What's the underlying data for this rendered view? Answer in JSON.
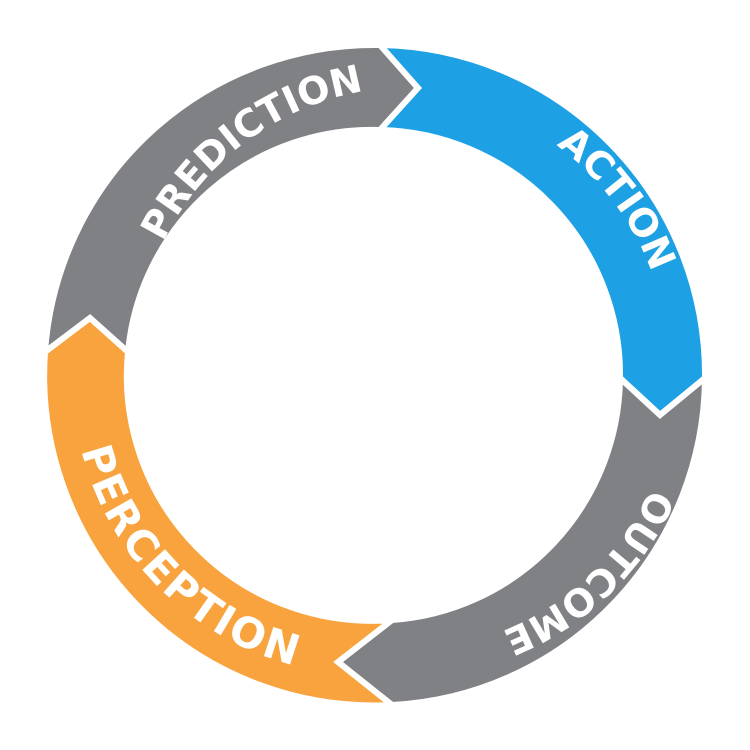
{
  "diagram": {
    "stages": [
      {
        "id": "prediction",
        "label": "PREDICTION",
        "color": "#808184",
        "icon": "arrow-segment"
      },
      {
        "id": "action",
        "label": "ACTION",
        "color": "#1ea1e4",
        "icon": "arrow-segment"
      },
      {
        "id": "outcome",
        "label": "OUTCOME",
        "color": "#808184",
        "icon": "arrow-segment"
      },
      {
        "id": "perception",
        "label": "PERCEPTION",
        "color": "#f8a33e",
        "icon": "arrow-segment"
      }
    ],
    "colors": {
      "background": "#ffffff",
      "gray": "#808184",
      "blue": "#1ea1e4",
      "orange": "#f8a33e"
    }
  }
}
